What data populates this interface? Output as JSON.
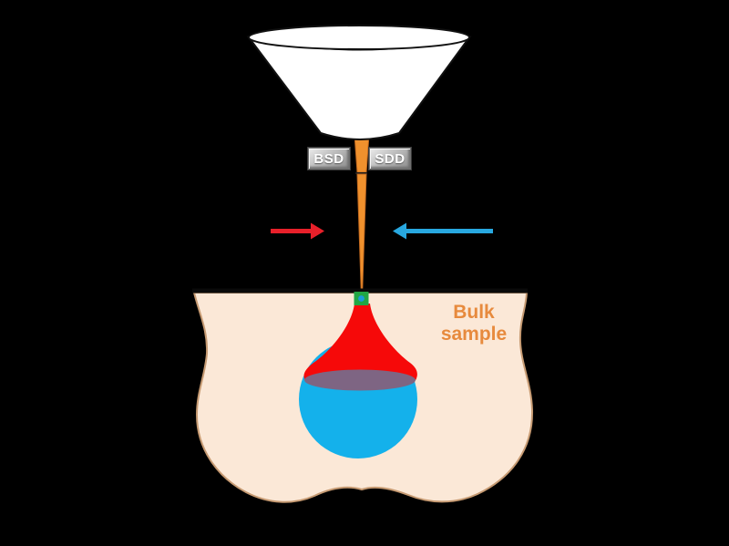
{
  "diagram": {
    "type": "SEM detector / interaction-volume schematic",
    "background_color": "#000000"
  },
  "detectors": {
    "bsd_label": "BSD",
    "sdd_label": "SDD",
    "label_text_color": "#ffffff"
  },
  "sample": {
    "label_line1": "Bulk",
    "label_line2": "sample",
    "label_color": "#e78a3d",
    "fill_color": "#fbe8d7"
  },
  "colors": {
    "pole_piece_fill": "#ffffff",
    "beam_orange": "#f0912d",
    "red_arrow": "#e8202a",
    "blue_arrow": "#28a8e0",
    "plume_red": "#f60909",
    "sphere_blue": "#14b1eb",
    "overlap_purple": "#7e6583",
    "entry_green": "#21a644",
    "entry_dot_blue": "#1b9cd9",
    "sample_fill": "#fbe8d7",
    "surface_line": "#0a0a0a"
  },
  "icons": {
    "red_arrow": "arrow-right-icon",
    "blue_arrow": "arrow-left-icon"
  }
}
